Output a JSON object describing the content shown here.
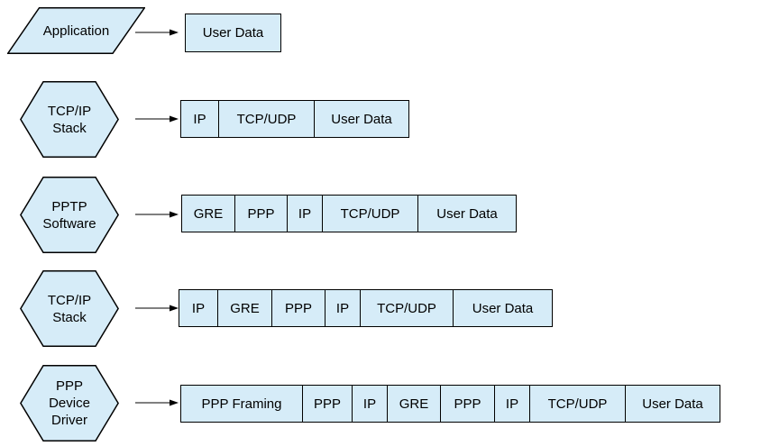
{
  "diagram": {
    "description_colors": {
      "shape_fill": "#d6ecf8",
      "shape_border": "#000000",
      "text": "#000000",
      "background": "#ffffff"
    },
    "rows": [
      {
        "stage": "Application",
        "shape": "parallelogram",
        "boxes": [
          "User Data"
        ]
      },
      {
        "stage": "TCP/IP\nStack",
        "shape": "hexagon",
        "boxes": [
          "IP",
          "TCP/UDP",
          "User Data"
        ]
      },
      {
        "stage": "PPTP\nSoftware",
        "shape": "hexagon",
        "boxes": [
          "GRE",
          "PPP",
          "IP",
          "TCP/UDP",
          "User Data"
        ]
      },
      {
        "stage": "TCP/IP\nStack",
        "shape": "hexagon",
        "boxes": [
          "IP",
          "GRE",
          "PPP",
          "IP",
          "TCP/UDP",
          "User Data"
        ]
      },
      {
        "stage": "PPP\nDevice\nDriver",
        "shape": "hexagon",
        "boxes": [
          "PPP Framing",
          "PPP",
          "IP",
          "GRE",
          "PPP",
          "IP",
          "TCP/UDP",
          "User Data"
        ]
      }
    ]
  }
}
